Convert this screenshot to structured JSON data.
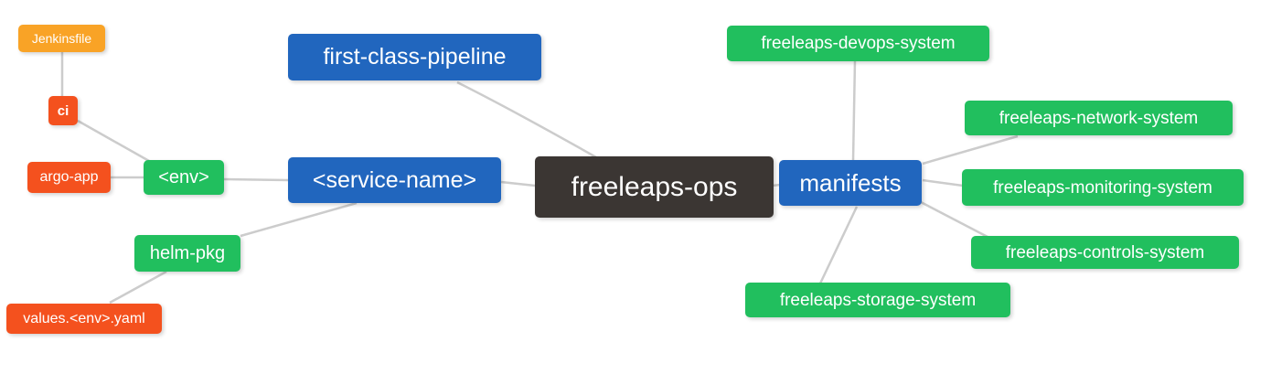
{
  "diagram": {
    "type": "mindmap",
    "root_label": "freeleaps-ops",
    "colors": {
      "dark": "#3B3633",
      "blue": "#2166BE",
      "green": "#21BF5E",
      "red": "#F4511E",
      "orange": "#F9A326",
      "edge": "#CCCCCC",
      "text": "#FFFFFF",
      "background": "#FFFFFF"
    },
    "nodes": [
      {
        "id": "jenkinsfile",
        "label": "Jenkinsfile",
        "color_role": "orange"
      },
      {
        "id": "ci",
        "label": "ci",
        "color_role": "red"
      },
      {
        "id": "argo-app",
        "label": "argo-app",
        "color_role": "red"
      },
      {
        "id": "env",
        "label": "<env>",
        "color_role": "green"
      },
      {
        "id": "helm-pkg",
        "label": "helm-pkg",
        "color_role": "green"
      },
      {
        "id": "values-env-yaml",
        "label": "values.<env>.yaml",
        "color_role": "red"
      },
      {
        "id": "first-class-pipeline",
        "label": "first-class-pipeline",
        "color_role": "blue"
      },
      {
        "id": "service-name",
        "label": "<service-name>",
        "color_role": "blue"
      },
      {
        "id": "freeleaps-ops",
        "label": "freeleaps-ops",
        "color_role": "dark"
      },
      {
        "id": "manifests",
        "label": "manifests",
        "color_role": "blue"
      },
      {
        "id": "freeleaps-devops-system",
        "label": "freeleaps-devops-system",
        "color_role": "green"
      },
      {
        "id": "freeleaps-network-system",
        "label": "freeleaps-network-system",
        "color_role": "green"
      },
      {
        "id": "freeleaps-monitoring-system",
        "label": "freeleaps-monitoring-system",
        "color_role": "green"
      },
      {
        "id": "freeleaps-controls-system",
        "label": "freeleaps-controls-system",
        "color_role": "green"
      },
      {
        "id": "freeleaps-storage-system",
        "label": "freeleaps-storage-system",
        "color_role": "green"
      }
    ],
    "edges": [
      {
        "from": "ci",
        "to": "jenkinsfile"
      },
      {
        "from": "env",
        "to": "ci"
      },
      {
        "from": "env",
        "to": "argo-app"
      },
      {
        "from": "service-name",
        "to": "env"
      },
      {
        "from": "service-name",
        "to": "helm-pkg"
      },
      {
        "from": "helm-pkg",
        "to": "values-env-yaml"
      },
      {
        "from": "freeleaps-ops",
        "to": "first-class-pipeline"
      },
      {
        "from": "freeleaps-ops",
        "to": "service-name"
      },
      {
        "from": "freeleaps-ops",
        "to": "manifests"
      },
      {
        "from": "manifests",
        "to": "freeleaps-devops-system"
      },
      {
        "from": "manifests",
        "to": "freeleaps-network-system"
      },
      {
        "from": "manifests",
        "to": "freeleaps-monitoring-system"
      },
      {
        "from": "manifests",
        "to": "freeleaps-controls-system"
      },
      {
        "from": "manifests",
        "to": "freeleaps-storage-system"
      }
    ]
  }
}
